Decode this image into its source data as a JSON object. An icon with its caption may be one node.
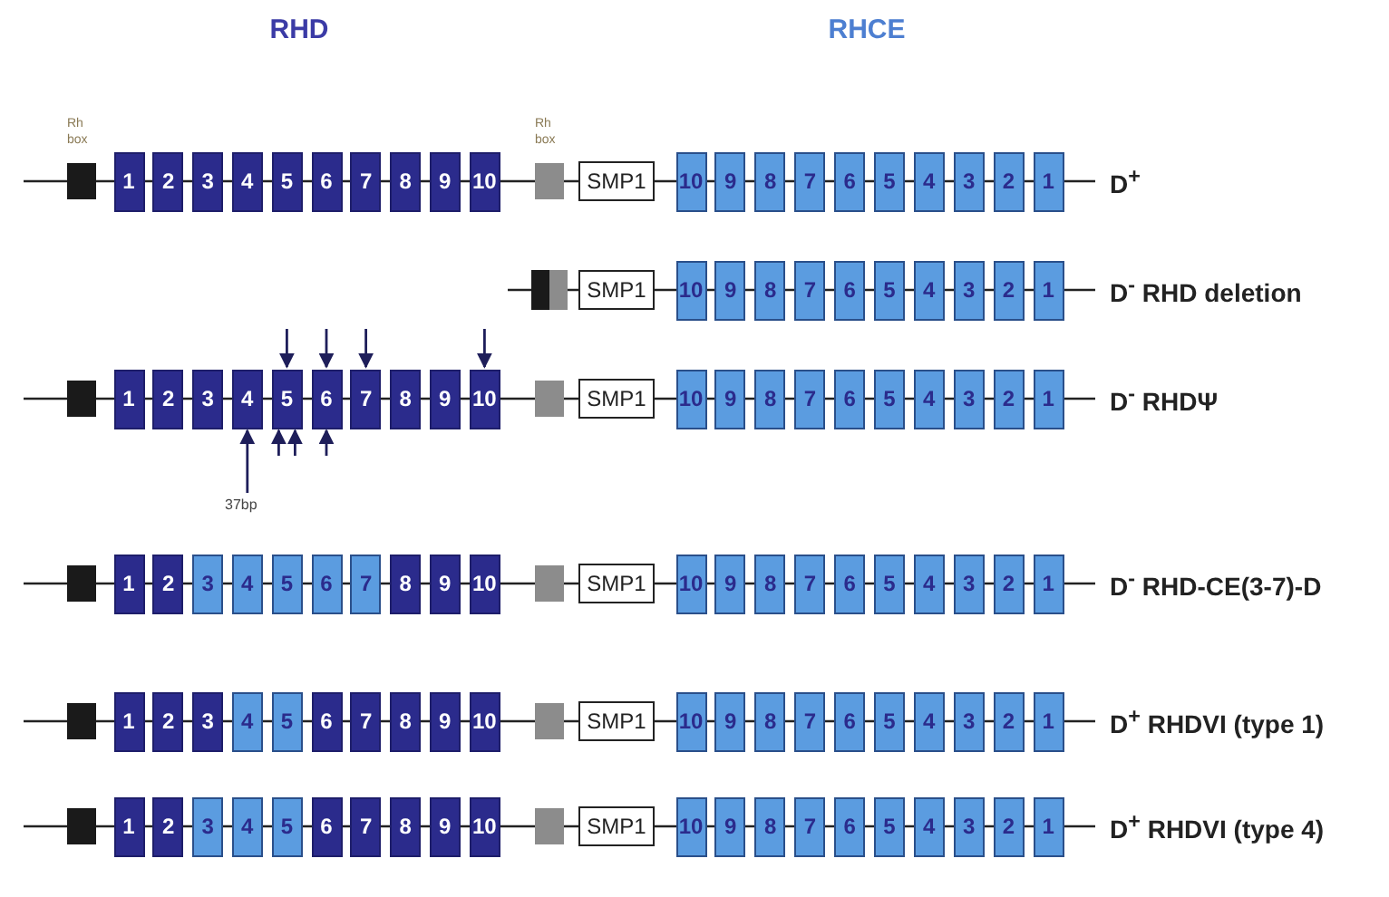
{
  "diagram": {
    "nodes": [
      {
        "text": [
          "Rh box"
        ]
      },
      {
        "text": [
          "1"
        ]
      },
      {
        "text": [
          "2"
        ]
      },
      {
        "text": [
          "3"
        ]
      },
      {
        "text": [
          "4"
        ]
      },
      {
        "text": [
          "5"
        ]
      },
      {
        "text": [
          "6"
        ]
      },
      {
        "text": [
          "7"
        ]
      },
      {
        "text": [
          "8"
        ]
      },
      {
        "text": [
          "9"
        ]
      },
      {
        "text": [
          "10"
        ]
      },
      {
        "text": [
          "Rh box"
        ]
      },
      {
        "text": [
          "SMP1"
        ]
      },
      {
        "text": [
          "10"
        ]
      },
      {
        "text": [
          "9"
        ]
      },
      {
        "text": [
          "8"
        ]
      },
      {
        "text": [
          "7"
        ]
      },
      {
        "text": [
          "6"
        ]
      },
      {
        "text": [
          "5"
        ]
      },
      {
        "text": [
          "4"
        ]
      },
      {
        "text": [
          "3"
        ]
      },
      {
        "text": [
          "2"
        ]
      },
      {
        "text": [
          "1"
        ]
      },
      {
        "text": [],
        "shape": "box"
      },
      {
        "text": [],
        "shape": "box"
      },
      {
        "text": [
          "SMP1"
        ]
      },
      {
        "text": [
          "10"
        ]
      },
      {
        "text": [
          "9"
        ]
      },
      {
        "text": [
          "8"
        ]
      },
      {
        "text": [
          "7"
        ]
      },
      {
        "text": [
          "6"
        ]
      },
      {
        "text": [
          "5"
        ]
      },
      {
        "text": [
          "4"
        ]
      },
      {
        "text": [
          "3"
        ]
      },
      {
        "text": [
          "2"
        ]
      },
      {
        "text": [
          "1"
        ]
      },
      {
        "text": [],
        "shape": "box"
      },
      {
        "text": [
          "1"
        ]
      },
      {
        "text": [
          "2"
        ]
      },
      {
        "text": [
          "3"
        ]
      },
      {
        "text": [
          "4"
        ]
      },
      {
        "text": [
          "5"
        ]
      },
      {
        "text": [
          "6"
        ]
      },
      {
        "text": [
          "7"
        ]
      },
      {
        "text": [
          "8"
        ]
      },
      {
        "text": [
          "9"
        ]
      },
      {
        "text": [
          "10"
        ]
      },
      {
        "text": [],
        "shape": "box"
      },
      {
        "text": [
          "SMP1"
        ]
      },
      {
        "text": [
          "10"
        ]
      },
      {
        "text": [
          "9"
        ]
      },
      {
        "text": [
          "8"
        ]
      },
      {
        "text": [
          "7"
        ]
      },
      {
        "text": [
          "6"
        ]
      },
      {
        "text": [
          "5"
        ]
      },
      {
        "text": [
          "4"
        ]
      },
      {
        "text": [
          "3"
        ]
      },
      {
        "text": [
          "2"
        ]
      },
      {
        "text": [
          "1"
        ]
      },
      {
        "text": [],
        "shape": "box"
      },
      {
        "text": [
          "1"
        ]
      },
      {
        "text": [
          "2"
        ]
      },
      {
        "text": [
          "3"
        ]
      },
      {
        "text": [
          "4"
        ]
      },
      {
        "text": [
          "5"
        ]
      },
      {
        "text": [
          "6"
        ]
      },
      {
        "text": [
          "7"
        ]
      },
      {
        "text": [
          "8"
        ]
      },
      {
        "text": [
          "9"
        ]
      },
      {
        "text": [
          "10"
        ]
      },
      {
        "text": [],
        "shape": "box"
      },
      {
        "text": [
          "SMP1"
        ]
      },
      {
        "text": [
          "10"
        ]
      },
      {
        "text": [
          "9"
        ]
      },
      {
        "text": [
          "8"
        ]
      },
      {
        "text": [
          "7"
        ]
      },
      {
        "text": [
          "6"
        ]
      },
      {
        "text": [
          "5"
        ]
      },
      {
        "text": [
          "4"
        ]
      },
      {
        "text": [
          "3"
        ]
      },
      {
        "text": [
          "2"
        ]
      },
      {
        "text": [
          "1"
        ]
      },
      {
        "text": [],
        "shape": "box"
      },
      {
        "text": [
          "1"
        ]
      },
      {
        "text": [
          "2"
        ]
      },
      {
        "text": [
          "3"
        ]
      },
      {
        "text": [
          "4"
        ]
      },
      {
        "text": [
          "5"
        ]
      },
      {
        "text": [
          "6"
        ]
      },
      {
        "text": [
          "7"
        ]
      },
      {
        "text": [
          "8"
        ]
      },
      {
        "text": [
          "9"
        ]
      },
      {
        "text": [
          "10"
        ]
      },
      {
        "text": [],
        "shape": "box"
      },
      {
        "text": [
          "SMP1"
        ]
      },
      {
        "text": [
          "10"
        ]
      },
      {
        "text": [
          "9"
        ]
      },
      {
        "text": [
          "8"
        ]
      },
      {
        "text": [
          "7"
        ]
      },
      {
        "text": [
          "6"
        ]
      },
      {
        "text": [
          "5"
        ]
      },
      {
        "text": [
          "4"
        ]
      },
      {
        "text": [
          "3"
        ]
      },
      {
        "text": [
          "2"
        ]
      },
      {
        "text": [
          "1"
        ]
      },
      {
        "text": [],
        "shape": "box"
      },
      {
        "text": [
          "1"
        ]
      },
      {
        "text": [
          "2"
        ]
      },
      {
        "text": [
          "3"
        ]
      },
      {
        "text": [
          "4"
        ]
      },
      {
        "text": [
          "5"
        ]
      },
      {
        "text": [
          "6"
        ]
      },
      {
        "text": [
          "7"
        ]
      },
      {
        "text": [
          "8"
        ]
      },
      {
        "text": [
          "9"
        ]
      },
      {
        "text": [
          "10"
        ]
      },
      {
        "text": [],
        "shape": "box"
      },
      {
        "text": [
          "SMP1"
        ]
      },
      {
        "text": [
          "10"
        ]
      },
      {
        "text": [
          "9"
        ]
      },
      {
        "text": [
          "8"
        ]
      },
      {
        "text": [
          "7"
        ]
      },
      {
        "text": [
          "6"
        ]
      },
      {
        "text": [
          "5"
        ]
      },
      {
        "text": [
          "4"
        ]
      },
      {
        "text": [
          "3"
        ]
      },
      {
        "text": [
          "2"
        ]
      },
      {
        "text": [
          "1"
        ]
      },
      {
        "text": [
          "37bp"
        ]
      }
    ],
    "edges": [
      {
        "from": null,
        "to": 41,
        "arrow": "to"
      },
      {
        "from": null,
        "to": 42,
        "arrow": "to"
      },
      {
        "from": null,
        "to": 43,
        "arrow": "to"
      },
      {
        "from": null,
        "to": 46,
        "arrow": "to"
      },
      {
        "from": 128,
        "to": 40,
        "arrow": "to"
      },
      {
        "from": null,
        "to": 41,
        "arrow": "to"
      },
      {
        "from": null,
        "to": 41,
        "arrow": "to"
      },
      {
        "from": null,
        "to": 42,
        "arrow": "to"
      }
    ],
    "labels": [
      "RHD",
      "RHCE",
      "D$^{+}$",
      "D$^{-}$ RHD deletion",
      "D$^{-}$ RHDΨ",
      "D$^{-}$ RHD-CE(3-7)-D",
      "D$^{+}$ RHDVI (type 1)",
      "D$^{+}$ RHDVI (type 4)"
    ]
  }
}
